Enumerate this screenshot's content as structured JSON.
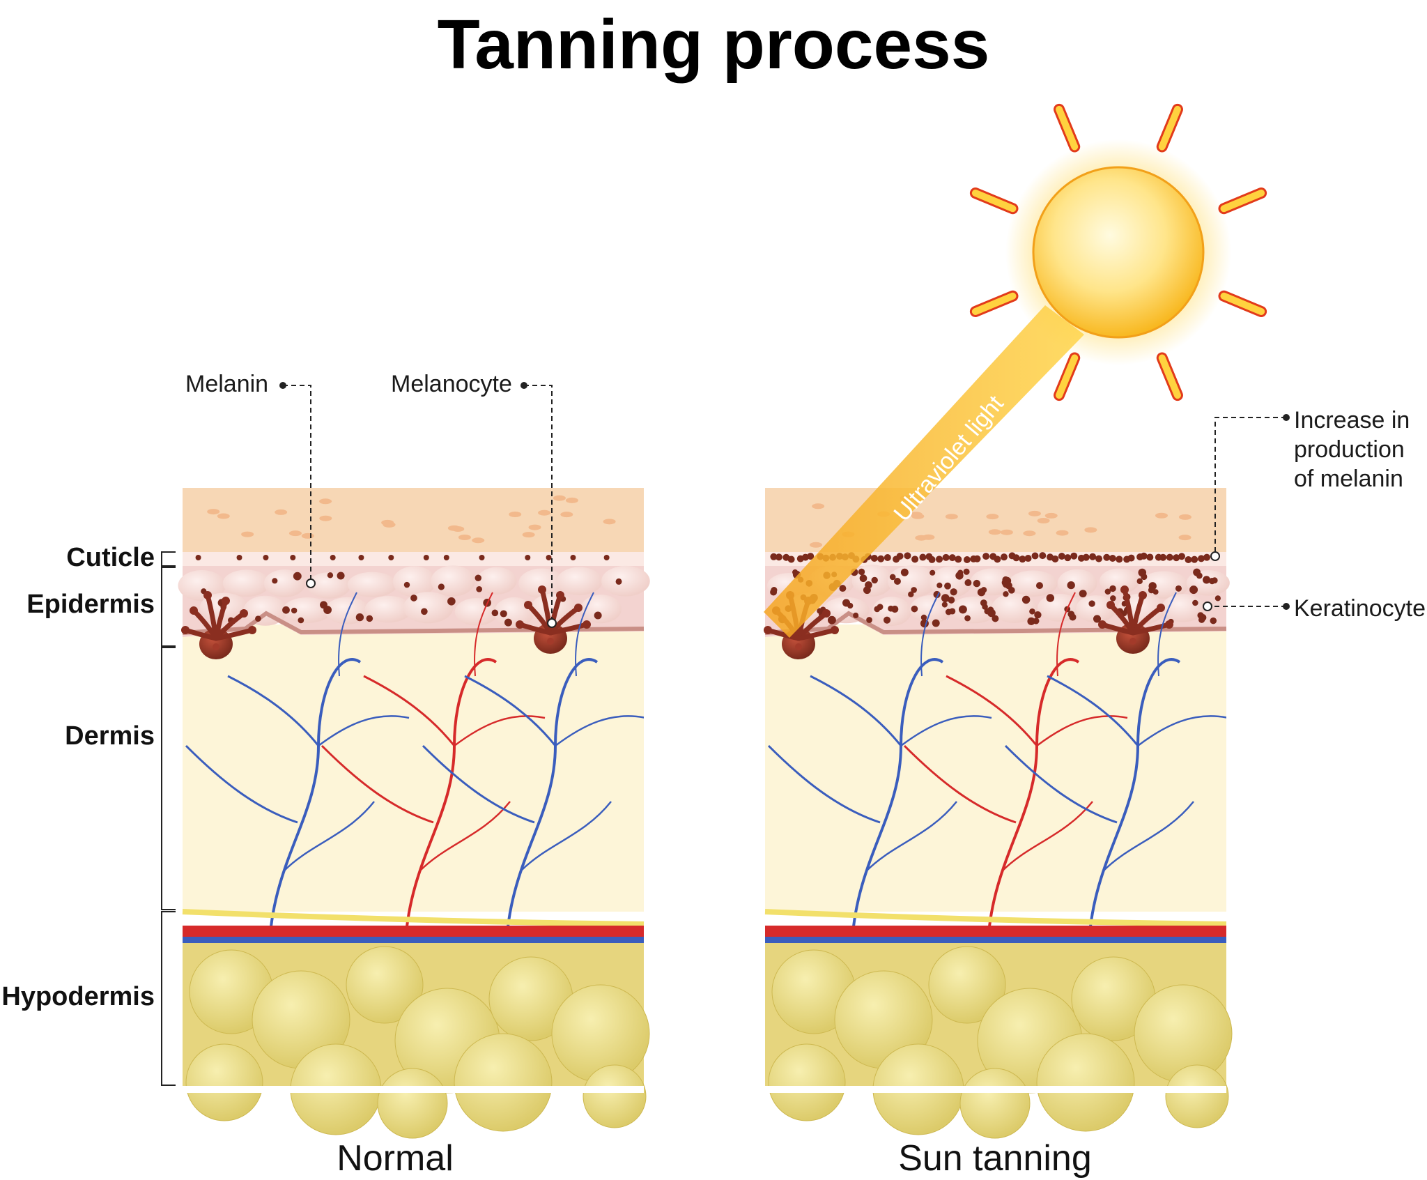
{
  "title": "Tanning process",
  "labels": {
    "melanin": "Melanin",
    "melanocyte": "Melanocyte",
    "increase_line1": "Increase in",
    "increase_line2": "production",
    "increase_line3": "of melanin",
    "keratinocyte": "Keratinocyte",
    "uv_light": "Ultraviolet light"
  },
  "layers": {
    "cuticle": "Cuticle",
    "epidermis": "Epidermis",
    "dermis": "Dermis",
    "hypodermis": "Hypodermis"
  },
  "panels": {
    "normal": "Normal",
    "sun_tanning": "Sun tanning"
  },
  "colors": {
    "surface": "#f7d7b5",
    "epidermis": "#f3d3d0",
    "dermis": "#fdf5d8",
    "fat": "#e6d57e",
    "artery": "#d62a2a",
    "vein": "#3a5dbd",
    "melanin": "#7a2a1c",
    "sun": "#ffd23f",
    "sun_ray": "#ffd23f"
  }
}
